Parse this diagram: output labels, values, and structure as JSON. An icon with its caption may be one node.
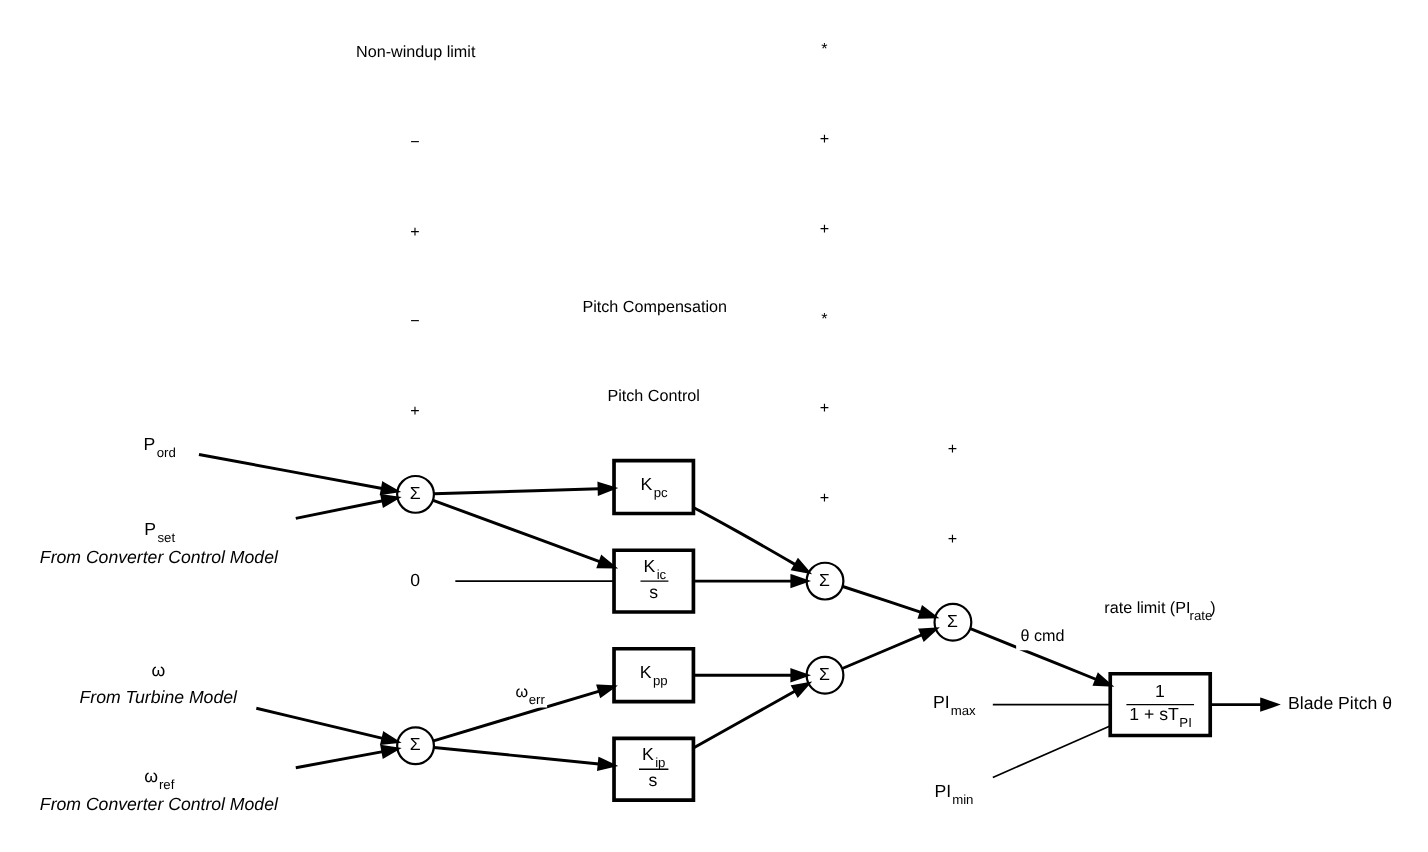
{
  "diagram": {
    "nodes": [
      {
        "text": [
          "ω"
        ],
        "beside": [
          "From Turbine Model"
        ]
      },
      {
        "text": [
          "Σ"
        ]
      },
      {
        "text": [
          "ω$_{ref}$"
        ],
        "beside": [
          "From Converter Control Model"
        ]
      },
      {
        "text": [
          "K$_{pp}$"
        ]
      },
      {
        "text": [
          "K$_{ip}$",
          "s"
        ]
      },
      {
        "text": [
          "Σ"
        ]
      },
      {
        "text": [
          "Σ"
        ]
      },
      {
        "text": [
          "PI$_{max}$"
        ]
      },
      {
        "text": [
          "1",
          "1 + sT$_{PI}$"
        ]
      },
      {
        "text": [
          "PI$_{min}$"
        ]
      },
      {
        "text": [
          "Blade Pitch θ"
        ]
      },
      {
        "text": [
          "P$_{ord}$"
        ]
      },
      {
        "text": [
          "Σ"
        ]
      },
      {
        "text": [
          "P$_{set}$"
        ],
        "beside": [
          "From Converter Control Model"
        ]
      },
      {
        "text": [
          "K$_{pc}$"
        ]
      },
      {
        "text": [
          "K$_{ic}$",
          "s"
        ]
      },
      {
        "text": [
          "0"
        ]
      },
      {
        "text": [
          "Σ"
        ]
      }
    ],
    "edges": [
      {
        "from": 0,
        "to": 1,
        "arrow": "to"
      },
      {
        "from": 2,
        "to": 1,
        "arrow": "to"
      },
      {
        "from": 1,
        "to": 3,
        "label": "ω$_{err}$",
        "arrow": "to"
      },
      {
        "from": 1,
        "to": 4,
        "arrow": "to"
      },
      {
        "from": 3,
        "to": 5,
        "arrow": "to"
      },
      {
        "from": 4,
        "to": 5,
        "arrow": "to"
      },
      {
        "from": 5,
        "to": 6,
        "arrow": "to"
      },
      {
        "from": 6,
        "to": 8,
        "label": "θ cmd",
        "arrow": "to"
      },
      {
        "from": 7,
        "to": 8,
        "arrow": "none"
      },
      {
        "from": 9,
        "to": 8,
        "arrow": "none"
      },
      {
        "from": 8,
        "to": 10,
        "arrow": "to"
      },
      {
        "from": 11,
        "to": 12,
        "arrow": "to"
      },
      {
        "from": 13,
        "to": 12,
        "arrow": "to"
      },
      {
        "from": 12,
        "to": 14,
        "arrow": "to"
      },
      {
        "from": 12,
        "to": 15,
        "arrow": "to"
      },
      {
        "from": 14,
        "to": 17,
        "arrow": "to"
      },
      {
        "from": 15,
        "to": 17,
        "arrow": "to"
      },
      {
        "from": 16,
        "to": 15,
        "arrow": "none"
      },
      {
        "from": 17,
        "to": 6,
        "arrow": "to"
      }
    ],
    "labels": [
      "rate limit (PI$_{rate}$)",
      "+",
      "−",
      "+",
      "+",
      "*",
      "+",
      "+",
      "Pitch Control",
      "+",
      "+",
      "*",
      "+",
      "−",
      "Non-windup limit",
      "Pitch Compensation"
    ]
  }
}
